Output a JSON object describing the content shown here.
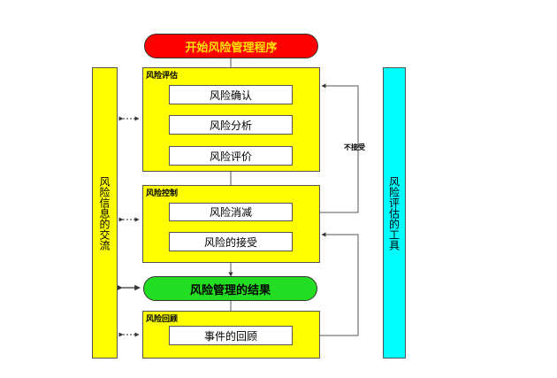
{
  "start": "开始风险管理程序",
  "groups": {
    "assessment": {
      "title": "风险评估",
      "items": [
        "风险确认",
        "风险分析",
        "风险评价"
      ]
    },
    "control": {
      "title": "风险控制",
      "items": [
        "风险消减",
        "风险的接受"
      ]
    },
    "review": {
      "title": "风险回顾",
      "items": [
        "事件的回顾"
      ]
    }
  },
  "result": "风险管理的结果",
  "left_panel": "风险信息的交流",
  "right_panel": "风险评估的工具",
  "feedback_label": "不接受"
}
